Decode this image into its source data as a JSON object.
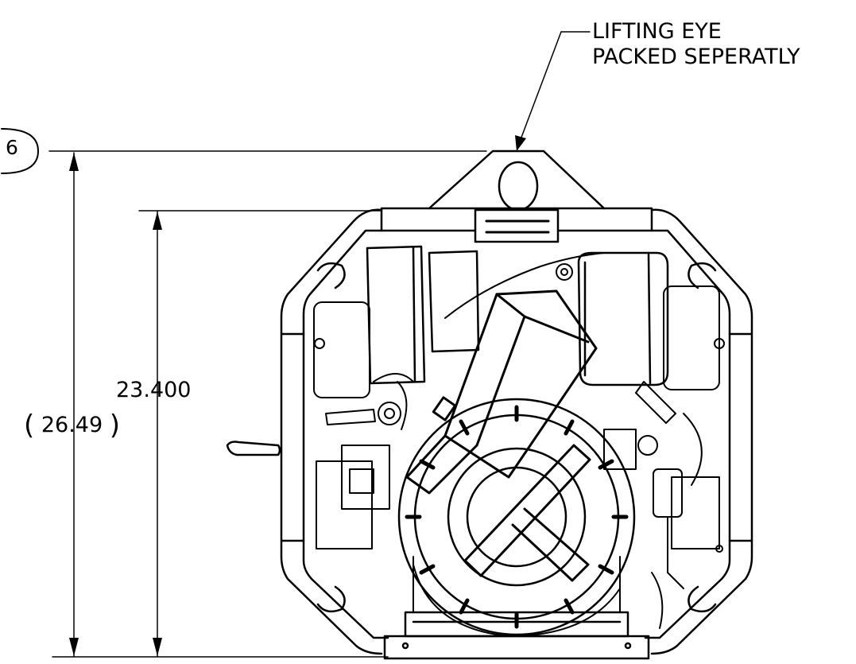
{
  "callout": {
    "line1": "LIFTING EYE",
    "line2": "PACKED SEPERATLY"
  },
  "balloon": {
    "number": "6"
  },
  "dimensions": {
    "inner_height": "23.400",
    "outer_height_ref": "26.49",
    "paren_open": "(",
    "paren_close": ")"
  },
  "colors": {
    "line": "#000000",
    "background": "#ffffff"
  }
}
